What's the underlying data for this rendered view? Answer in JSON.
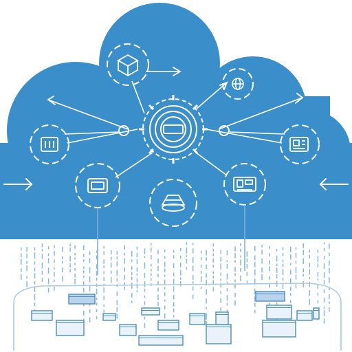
{
  "colors": {
    "background": "#ffffff",
    "cloud": "#3a8fca",
    "line": "#ffffff",
    "data_stream": "#8fbbdb",
    "window_outline": "#4a8ec4",
    "window_fill_light": "#eaf3fb",
    "window_fill_dark": "#b9d4ea"
  },
  "diagram": {
    "central_node": {
      "icon": "gear-icon"
    },
    "nodes": [
      {
        "name": "node-top-left",
        "icon": "cube-icon"
      },
      {
        "name": "node-top-right",
        "icon": "globe-icon"
      },
      {
        "name": "node-left",
        "icon": "server-icon"
      },
      {
        "name": "node-right",
        "icon": "device-icon"
      },
      {
        "name": "node-lower-left",
        "icon": "monitor-icon"
      },
      {
        "name": "node-bottom",
        "icon": "database-icon"
      },
      {
        "name": "node-lower-right",
        "icon": "hardware-icon"
      }
    ],
    "side_arrows": [
      {
        "name": "left-arrow",
        "icon": "arrow-right-icon"
      },
      {
        "name": "right-arrow",
        "icon": "arrow-left-icon"
      }
    ]
  }
}
